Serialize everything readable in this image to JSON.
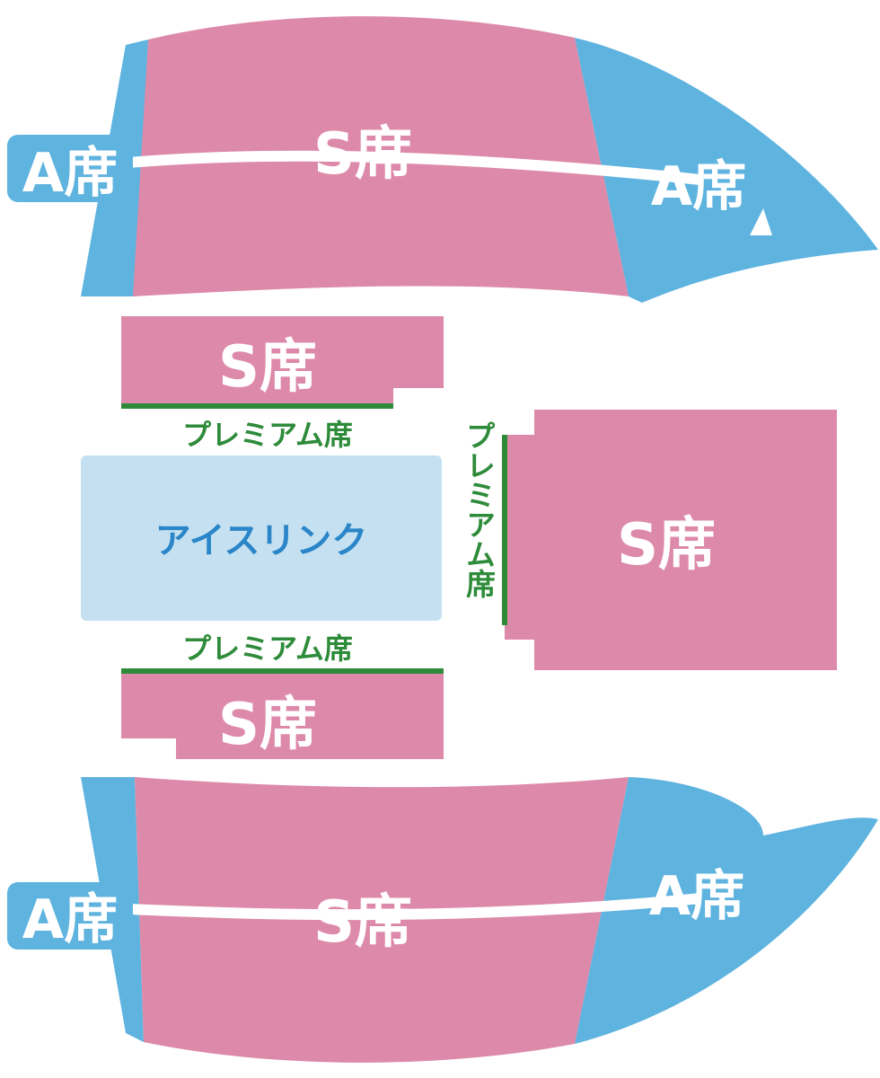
{
  "colors": {
    "s_seat": "#dd8aaa",
    "a_seat": "#5eb3df",
    "ice_rink": "#c5e1f1",
    "premium_line": "#2e8b3a",
    "rink_text": "#2a86c8",
    "outline": "#ffffff"
  },
  "top_block": {
    "left_label": "A席",
    "center_label": "S席",
    "right_label": "A席"
  },
  "middle": {
    "upper_s_label": "S席",
    "upper_premium_label": "プレミアム席",
    "rink_label": "アイスリンク",
    "lower_premium_label": "プレミアム席",
    "lower_s_label": "S席",
    "side_premium_label": "プレミアム席",
    "side_s_label": "S席"
  },
  "bottom_block": {
    "left_label": "A席",
    "center_label": "S席",
    "right_label": "A席"
  }
}
